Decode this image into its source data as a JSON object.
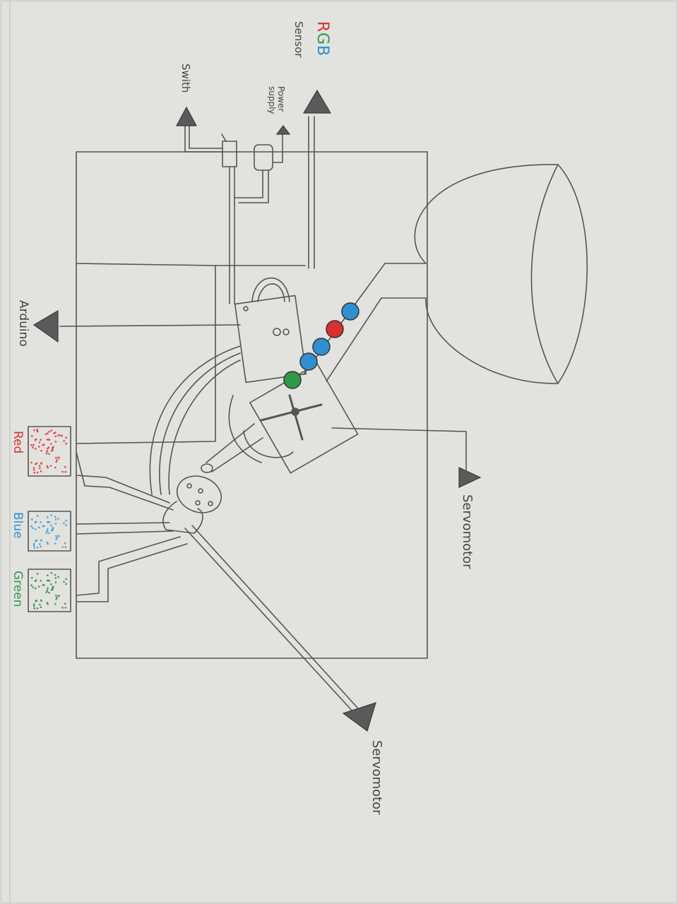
{
  "labels": {
    "rgb_r": "R",
    "rgb_g": "G",
    "rgb_b": "B",
    "sensor": "Sensor",
    "power_supply_line1": "Power",
    "power_supply_line2": "supply",
    "switch": "Swith",
    "arduino": "Arduino",
    "red": "Red",
    "blue": "Blue",
    "green": "Green",
    "servomotor_top": "Servomotor",
    "servomotor_bottom": "Servomotor"
  },
  "colors": {
    "paper": "#e2e2de",
    "pencil": "#555555",
    "red": "#d83030",
    "green": "#2e9a4a",
    "blue": "#2f8fd0",
    "dot_red": "#e04848",
    "dot_blue": "#4aa6de",
    "dot_green": "#3f9a5a"
  }
}
